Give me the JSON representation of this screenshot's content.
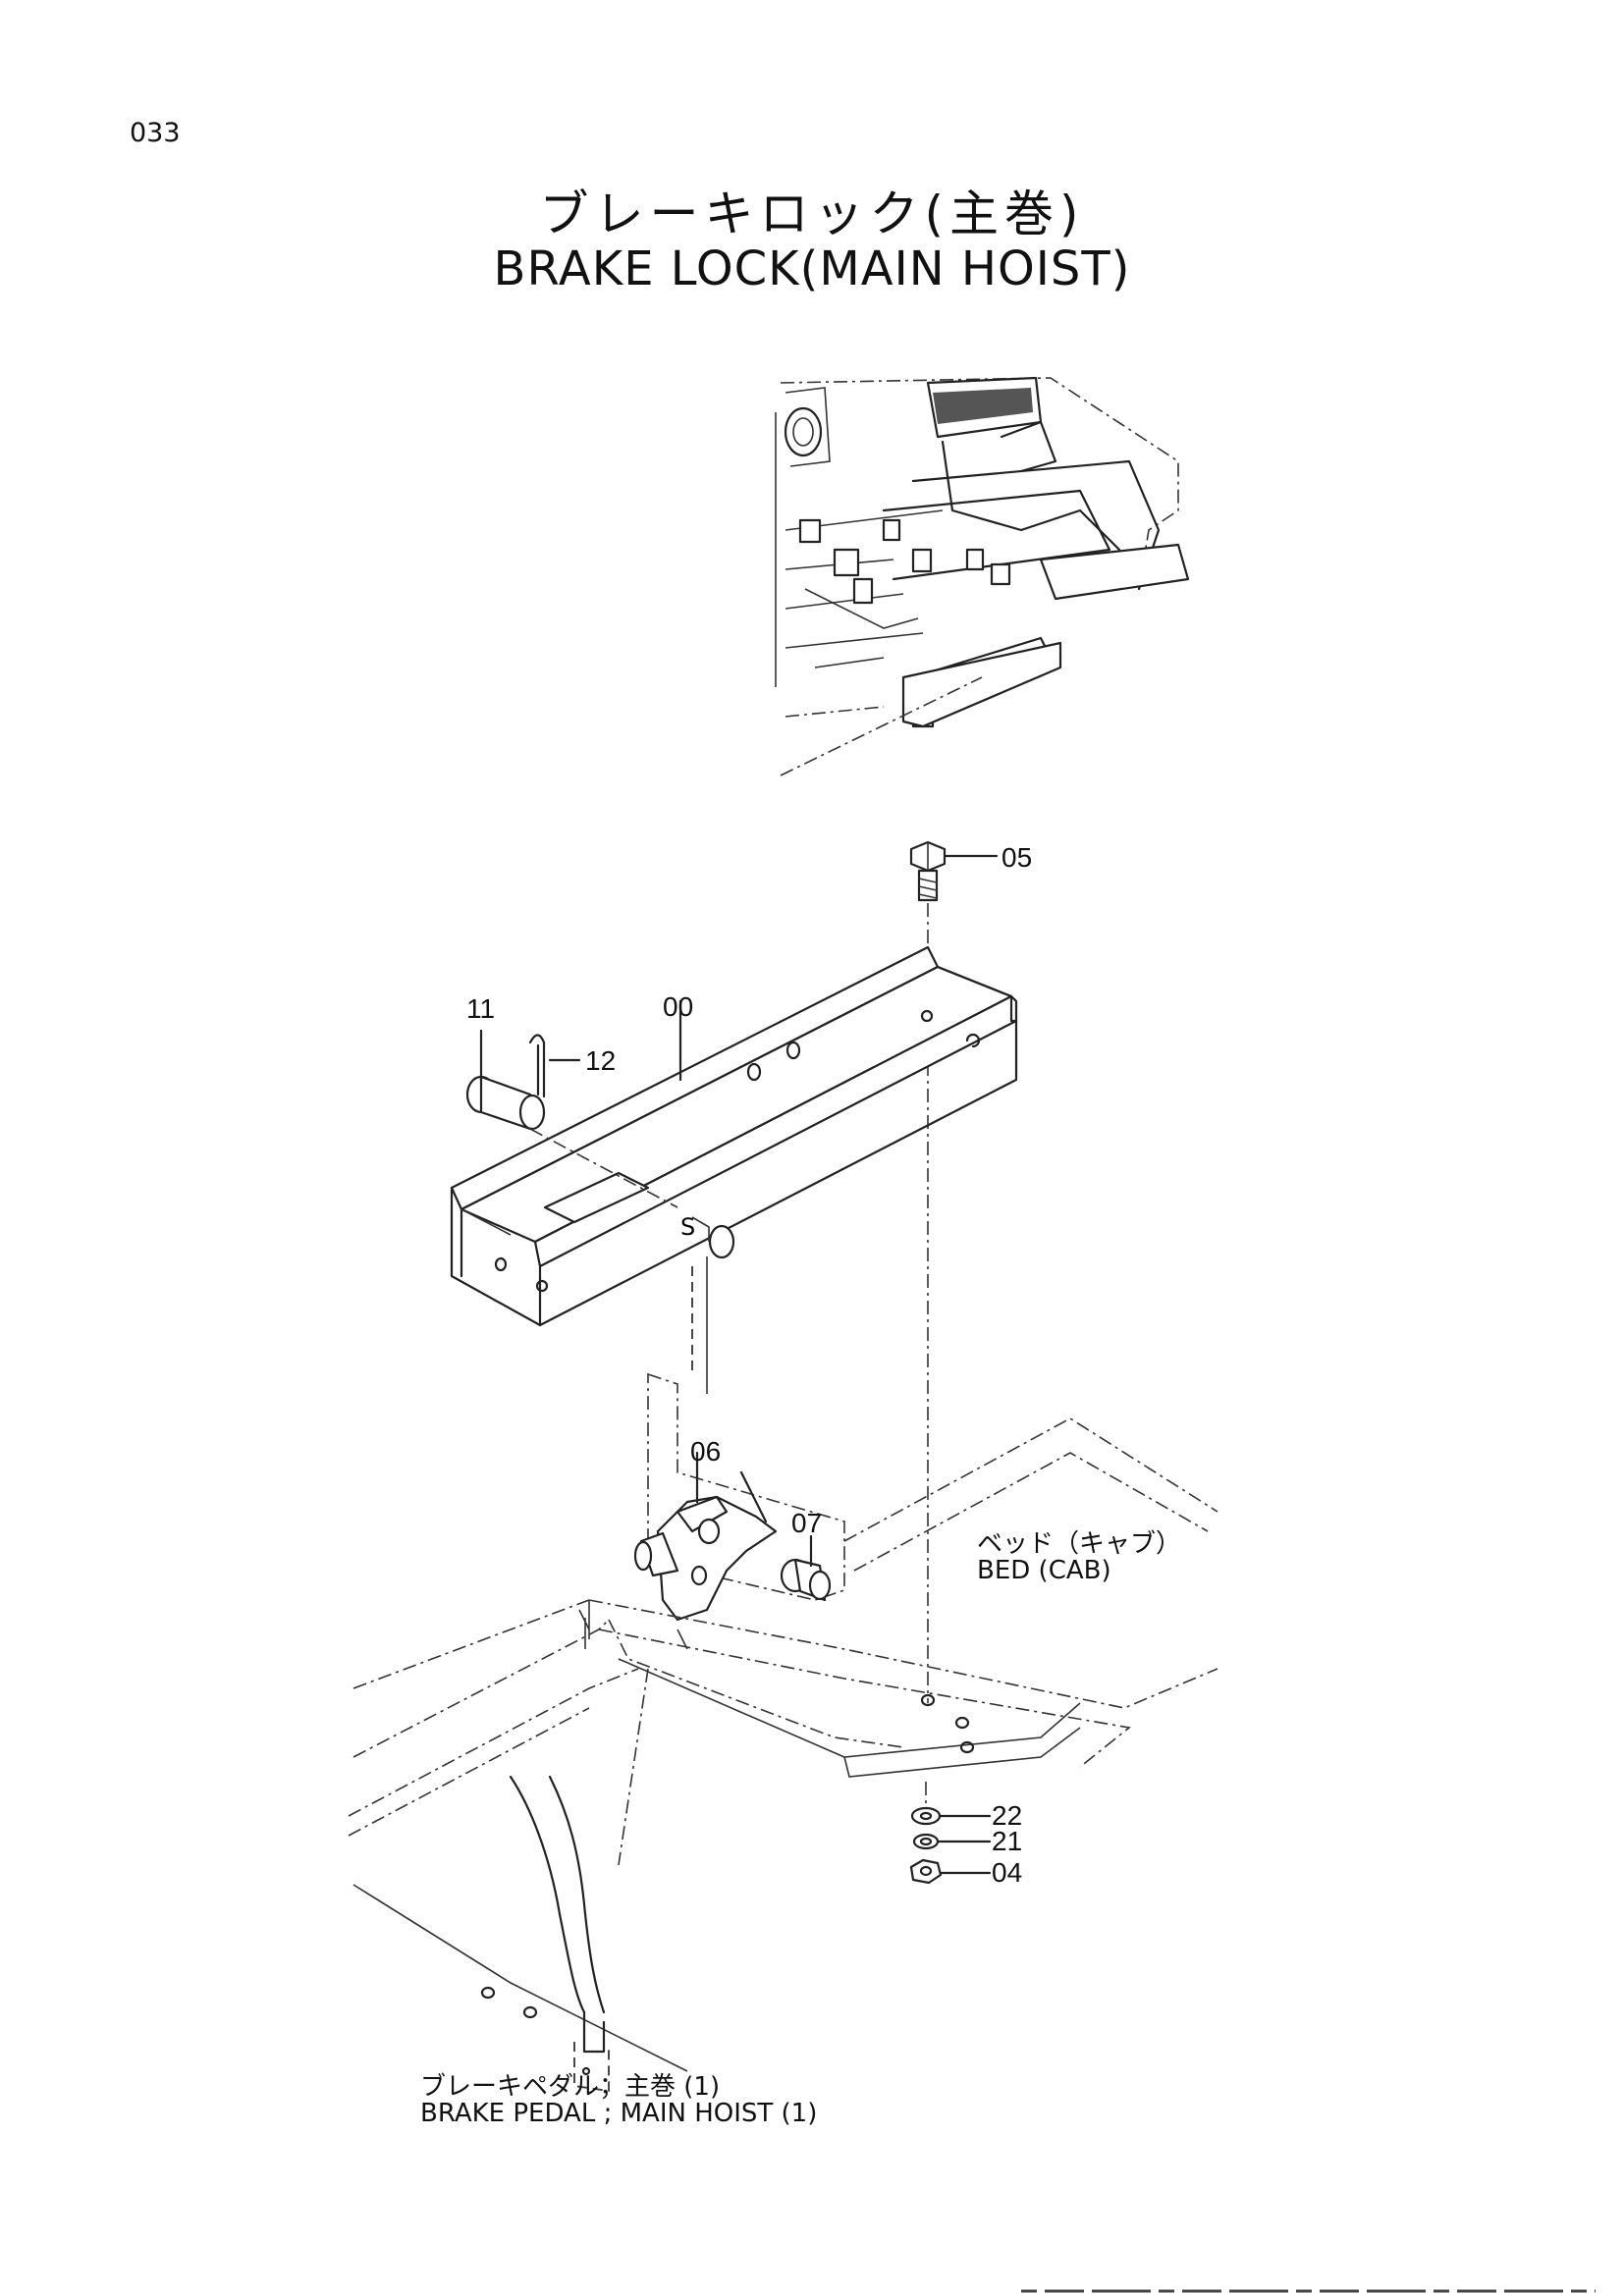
{
  "page": {
    "number": "033"
  },
  "title": {
    "jp": "ブレーキロック(主巻)",
    "en": "BRAKE LOCK(MAIN HOIST)"
  },
  "callouts": [
    {
      "id": "00",
      "text": "00"
    },
    {
      "id": "05",
      "text": "05"
    },
    {
      "id": "11",
      "text": "11"
    },
    {
      "id": "12",
      "text": "12"
    },
    {
      "id": "06",
      "text": "06"
    },
    {
      "id": "07",
      "text": "07"
    },
    {
      "id": "22",
      "text": "22"
    },
    {
      "id": "21",
      "text": "21"
    },
    {
      "id": "04",
      "text": "04"
    }
  ],
  "labels": {
    "bed": {
      "jp": "ベッド（キャブ）",
      "en": "BED (CAB)"
    },
    "pedal": {
      "jp": "ブレーキペダル；主巻 (1)",
      "en": "BRAKE PEDAL ; MAIN HOIST (1)"
    }
  },
  "colors": {
    "ink": "#222222",
    "paper": "#ffffff"
  }
}
